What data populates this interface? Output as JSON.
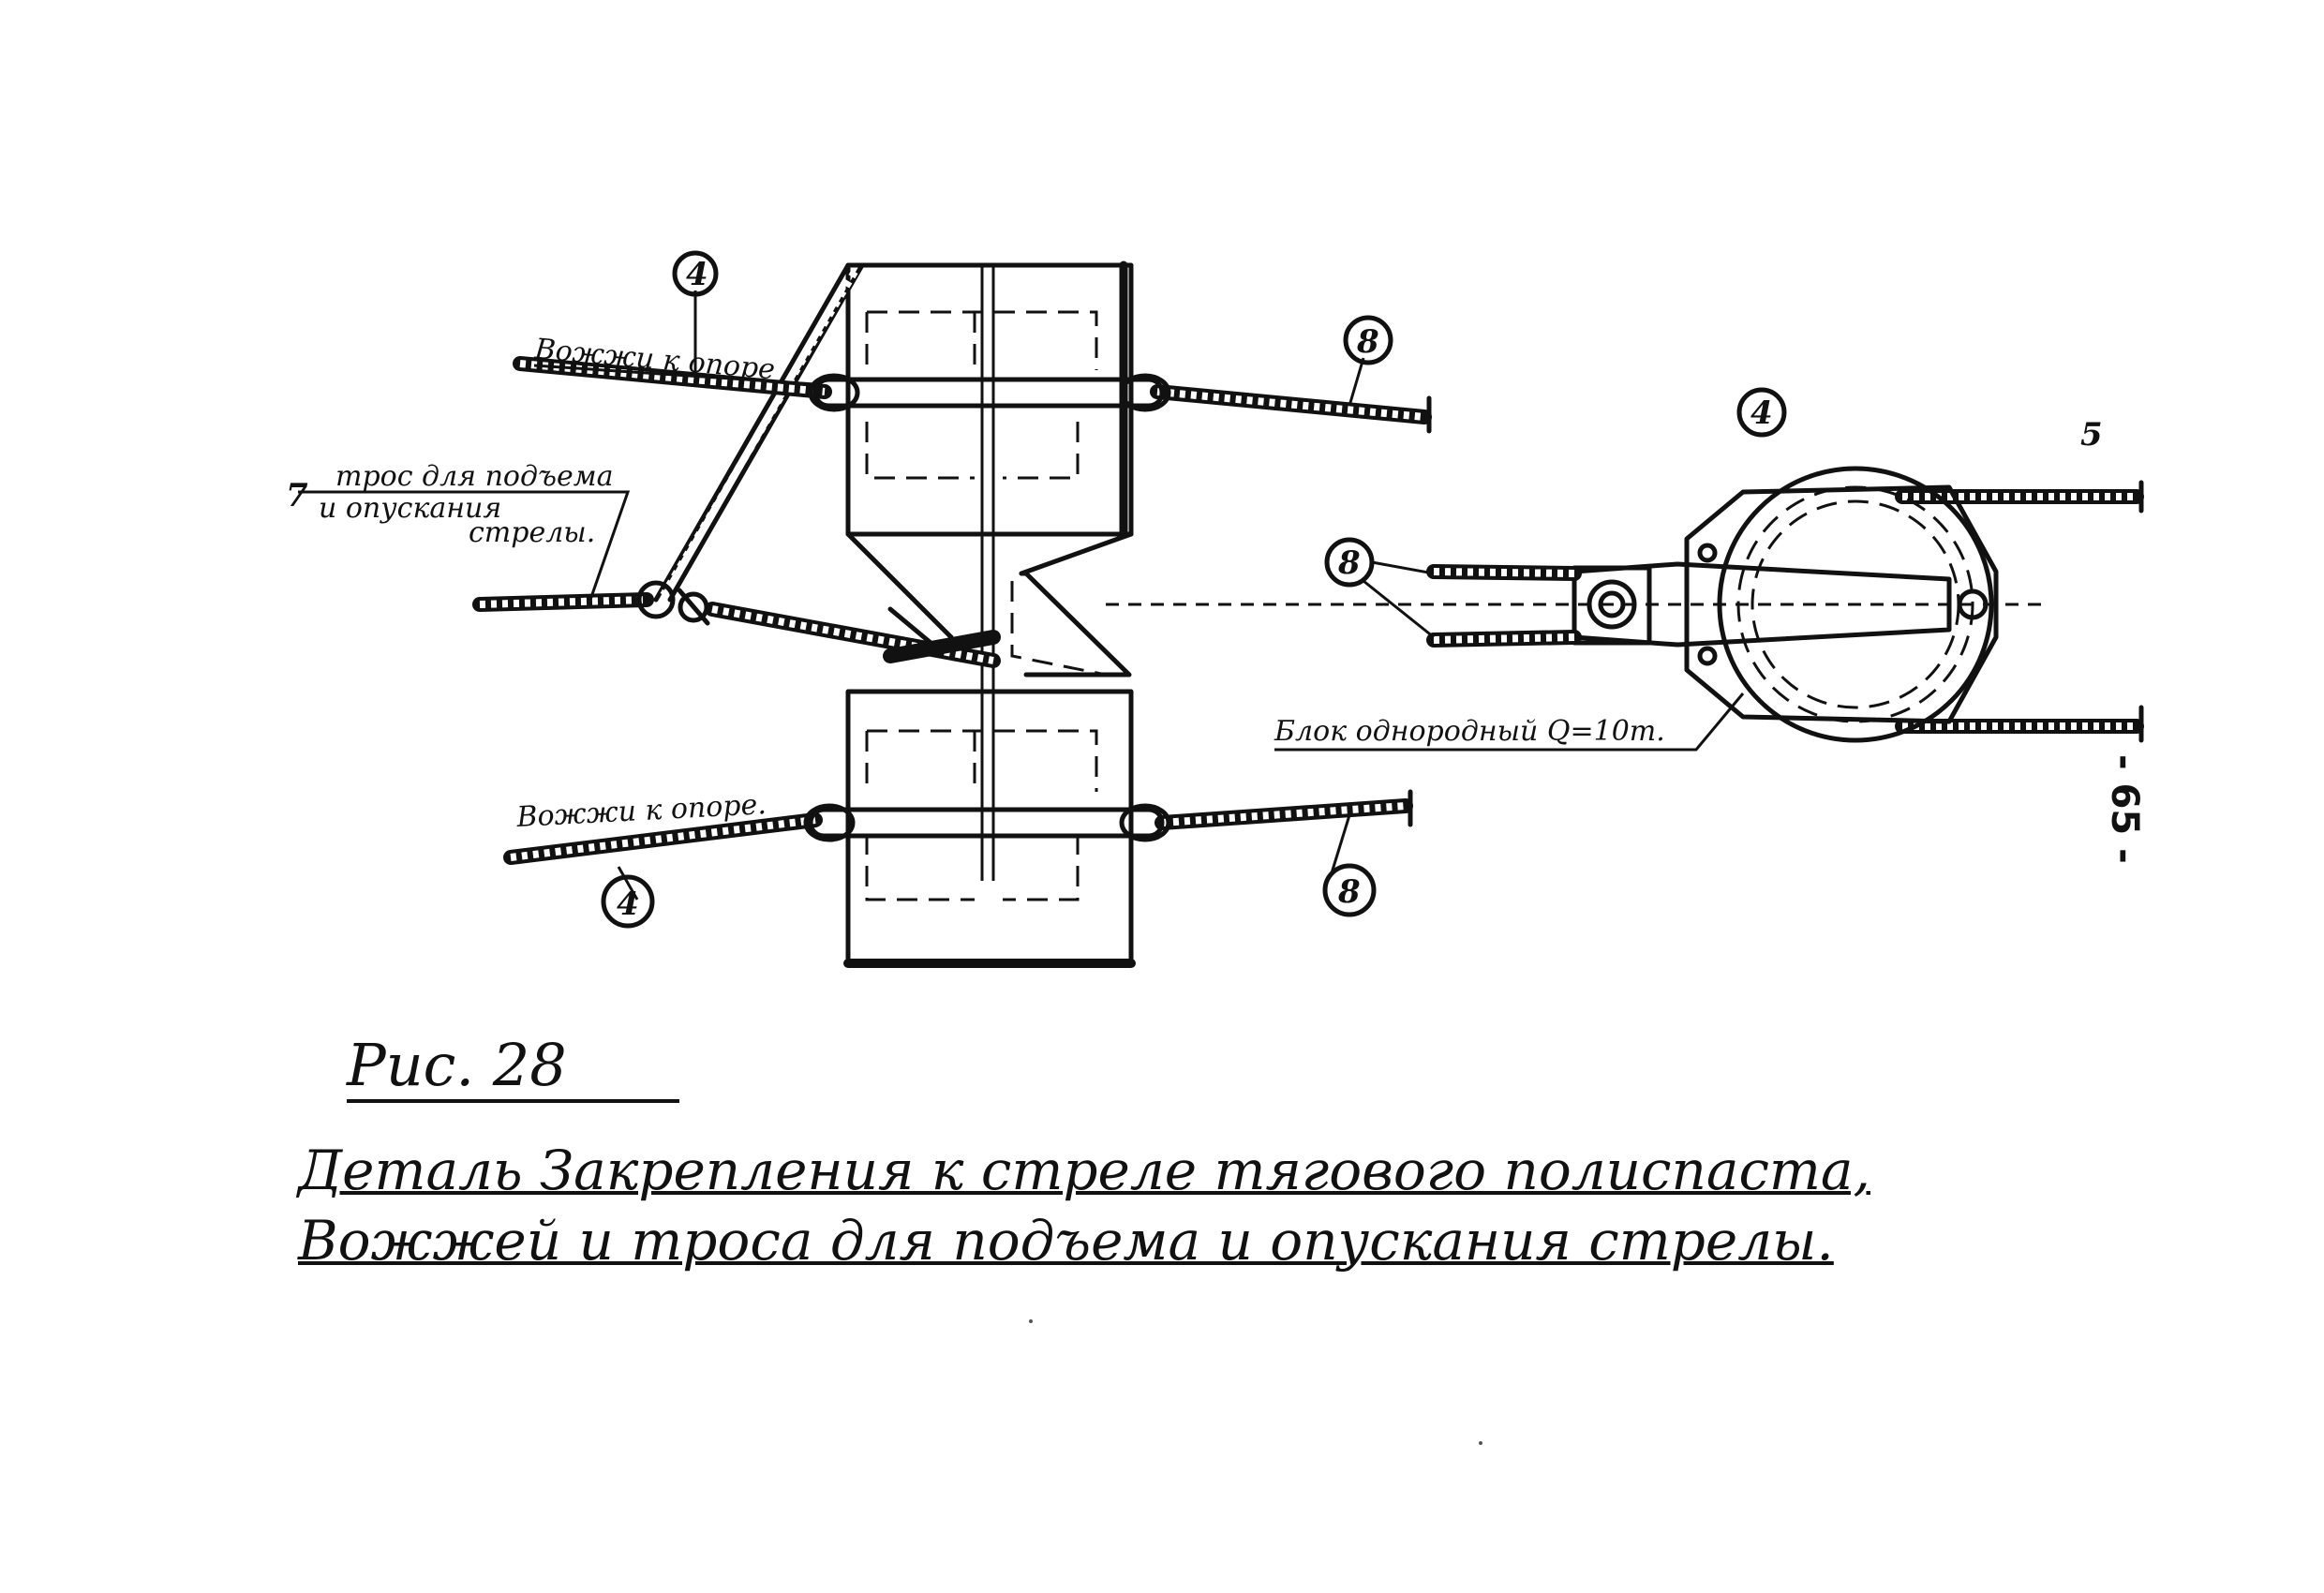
{
  "labels": {
    "guy_top": "Вожжи к опоре",
    "guy_bottom": "Вожжи к опоре.",
    "rope_line1": "трос для подъема",
    "rope_line2": "и опускания",
    "rope_line3": "стрелы.",
    "rope_number": "7",
    "block": "Блок однородный Q=10т."
  },
  "callouts": {
    "top_left": "4",
    "bottom_left": "4",
    "top_right": "8",
    "bottom_right": "8",
    "block_top": "4",
    "block_right": "5",
    "block_left": "8"
  },
  "caption": {
    "figure": "Рис. 28",
    "line1": "Деталь Закрепления к стреле тягового полиспаста,",
    "line2": "Вожжей и троса для подъема и опускания стрелы."
  },
  "page_number": "- 65 -"
}
